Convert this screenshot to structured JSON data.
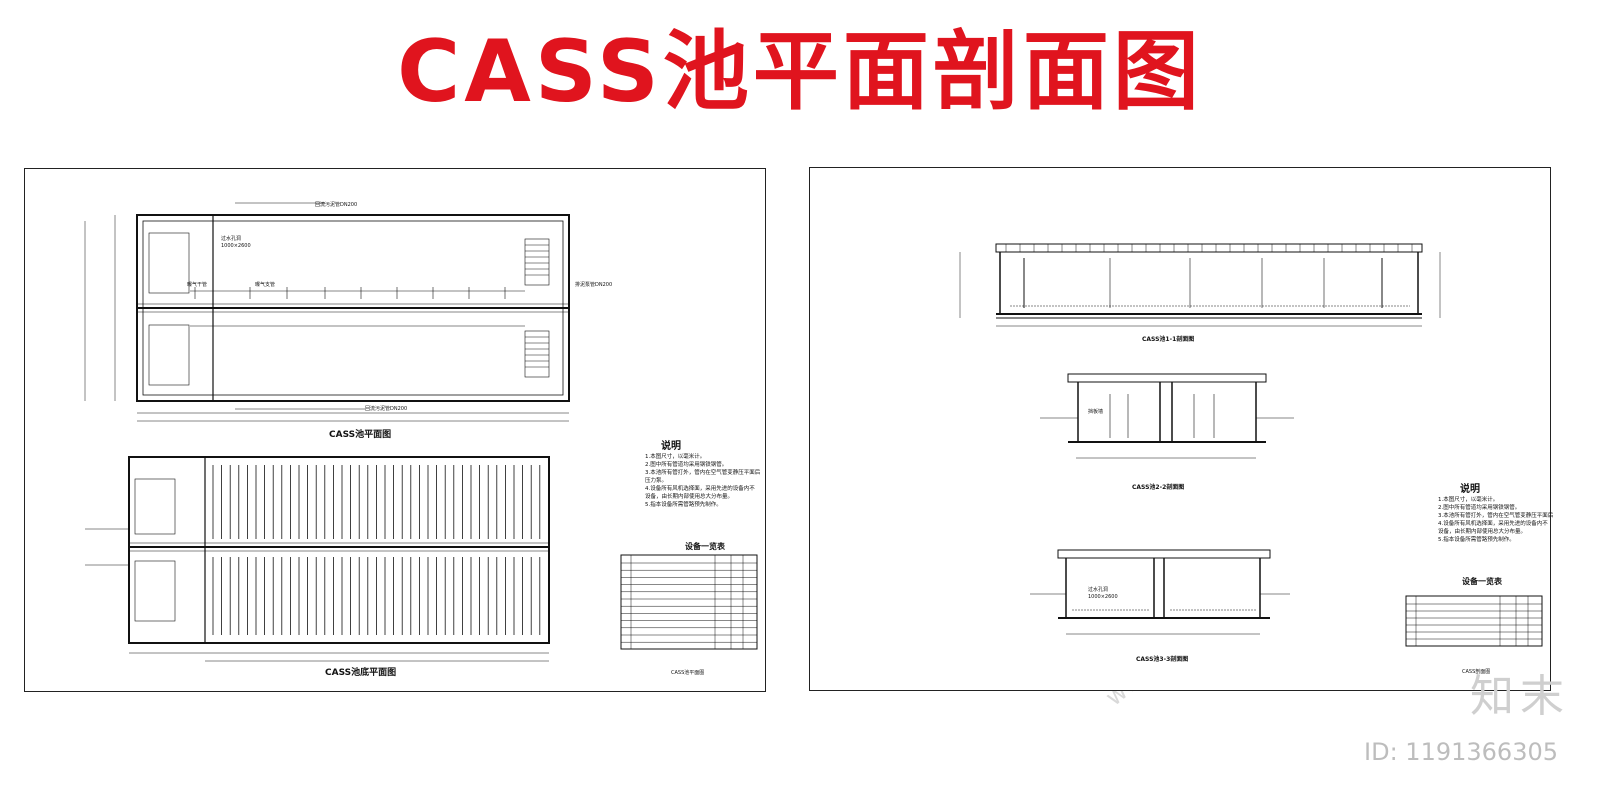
{
  "title": {
    "text": "CASS池平面剖面图",
    "color": "#e0141e"
  },
  "left_sheet": {
    "plan_caption": "CASS池平面图",
    "lower_plan_caption": "CASS池底平面图",
    "footer_caption": "CASS池平面图",
    "notes_heading": "说明",
    "notes": [
      "1.本图尺寸，以毫米计。",
      "2.图中所有管道均采用钢铁钢管。",
      "3.本池所有管打外，管内在空气管变静压平面后",
      "  压力泵。",
      "4.设备所有风机选择面，采用先进的设备内不",
      "  设备，由长期内部使用总大分布量。",
      "5.指本设备所需管路预先制作。"
    ],
    "table_title": "设备一览表",
    "plan_labels": {
      "top_pipe": "回流污泥管DN200",
      "aeration": "曝气干管",
      "aeration_branch": "曝气支管",
      "overflow": "过水孔洞",
      "overflow_size": "1000×2600",
      "sludge_pipe": "排泥泵管DN200",
      "bottom_pipe": "回流污泥管DN200"
    }
  },
  "right_sheet": {
    "section1_caption": "CASS池1-1剖面图",
    "section2_caption": "CASS池2-2剖面图",
    "section3_caption": "CASS池3-3剖面图",
    "footer_caption": "CASS剖面图",
    "notes_heading": "说明",
    "notes": [
      "1.本图尺寸，以毫米计。",
      "2.图中所有管道均采用钢铁钢管。",
      "3.本池所有管打外，管内在空气管变静压平面后",
      "4.设备所有风机选择面，采用先进的设备内不",
      "  设备，由长期内部使用总大分布量。",
      "5.指本设备所需管路预先制作。"
    ],
    "table_title": "设备一览表",
    "section_labels": {
      "overflow": "过水孔洞",
      "overflow_size": "1000×2600",
      "baffle": "挡板墙"
    }
  },
  "brand": {
    "name": "知末",
    "id": "ID: 1191366305"
  },
  "watermark": "www.znzmo.com"
}
